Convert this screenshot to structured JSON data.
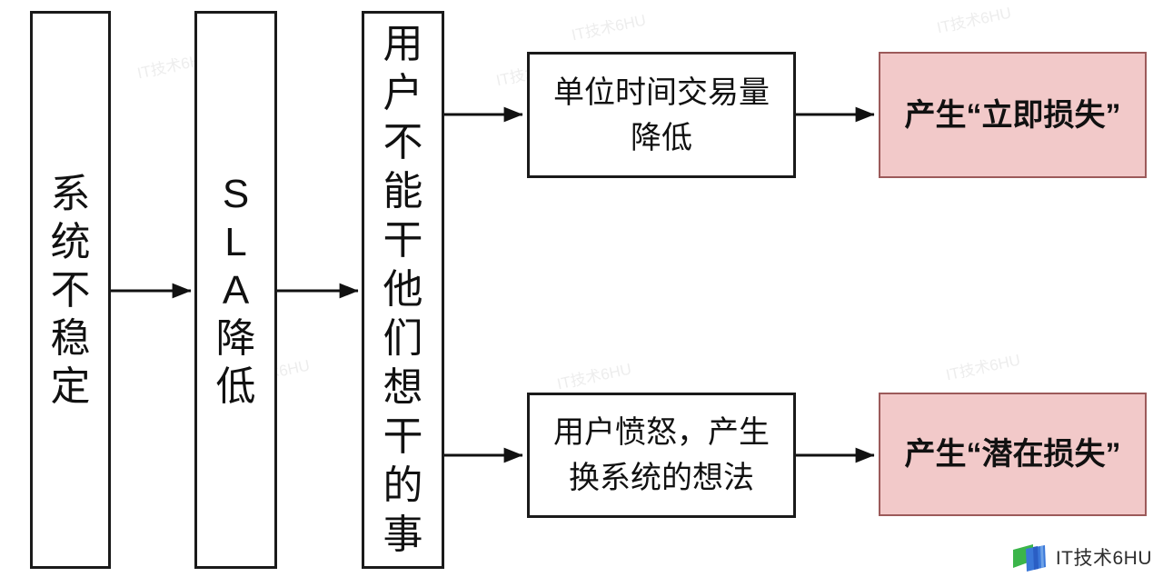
{
  "diagram": {
    "type": "flowchart",
    "nodes": {
      "system_unstable": {
        "id": "system-unstable",
        "text": "系\n统\n不\n稳\n定",
        "shape": "rect-white"
      },
      "sla_decrease": {
        "id": "sla-decrease",
        "text": "S\nL\nA\n降\n低",
        "shape": "rect-white"
      },
      "users_cant_do": {
        "id": "users-cant-do",
        "text": "用\n户\n不\n能\n干\n他\n们\n想\n干\n的\n事",
        "shape": "rect-white"
      },
      "tx_volume_drop": {
        "id": "tx-volume-drop",
        "text": "单位时间交易量\n降低",
        "shape": "rect-white"
      },
      "user_anger": {
        "id": "user-anger",
        "text": "用户愤怒，产生\n换系统的想法",
        "shape": "rect-white"
      },
      "immediate_loss": {
        "id": "immediate-loss",
        "text": "产生“立即损失”",
        "shape": "rect-pink"
      },
      "potential_loss": {
        "id": "potential-loss",
        "text": "产生“潜在损失”",
        "shape": "rect-pink"
      }
    },
    "edges": [
      {
        "from": "system-unstable",
        "to": "sla-decrease"
      },
      {
        "from": "sla-decrease",
        "to": "users-cant-do"
      },
      {
        "from": "users-cant-do",
        "to": "tx-volume-drop"
      },
      {
        "from": "users-cant-do",
        "to": "user-anger"
      },
      {
        "from": "tx-volume-drop",
        "to": "immediate-loss"
      },
      {
        "from": "user-anger",
        "to": "potential-loss"
      }
    ],
    "colors": {
      "box_border": "#1a1a1a",
      "loss_fill": "#f2c9c9",
      "loss_border": "#9c5a5a",
      "arrow": "#111111"
    }
  },
  "branding": {
    "logo_icon": "flag-icon",
    "logo_text": "IT技术6HU",
    "icon_green": "#3bb54a",
    "icon_blue": "#3a77d8",
    "icon_blue_dark": "#2a5ec4"
  },
  "watermark": {
    "text": "IT技术6HU"
  }
}
